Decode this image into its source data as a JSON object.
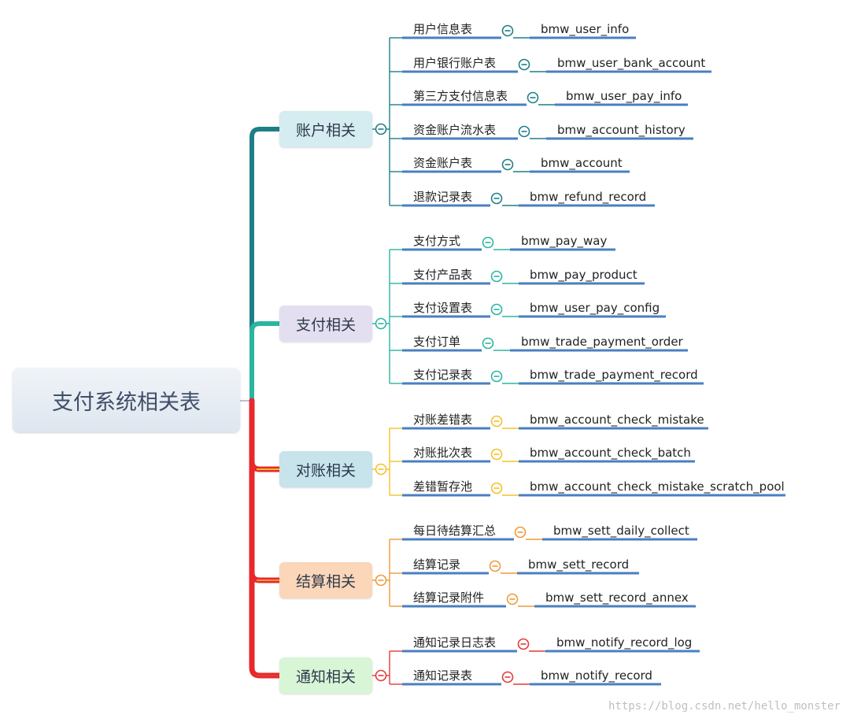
{
  "root": {
    "label": "支付系统相关表"
  },
  "branches": [
    {
      "label": "账户相关",
      "color": "#1f7f86",
      "fill": "#d5ecf0",
      "items": [
        {
          "label": "用户信息表",
          "value": "bmw_user_info"
        },
        {
          "label": "用户银行账户表",
          "value": "bmw_user_bank_account"
        },
        {
          "label": "第三方支付信息表",
          "value": "bmw_user_pay_info"
        },
        {
          "label": "资金账户流水表",
          "value": "bmw_account_history"
        },
        {
          "label": "资金账户表",
          "value": "bmw_account"
        },
        {
          "label": "退款记录表",
          "value": "bmw_refund_record"
        }
      ]
    },
    {
      "label": "支付相关",
      "color": "#2bb5a0",
      "fill": "#e3dff0",
      "items": [
        {
          "label": "支付方式",
          "value": "bmw_pay_way"
        },
        {
          "label": "支付产品表",
          "value": "bmw_pay_product"
        },
        {
          "label": "支付设置表",
          "value": "bmw_user_pay_config"
        },
        {
          "label": "支付订单",
          "value": "bmw_trade_payment_order"
        },
        {
          "label": "支付记录表",
          "value": "bmw_trade_payment_record"
        }
      ]
    },
    {
      "label": "对账相关",
      "color": "#f5c02b",
      "fill": "#c7e3ec",
      "items": [
        {
          "label": "对账差错表",
          "value": "bmw_account_check_mistake"
        },
        {
          "label": "对账批次表",
          "value": "bmw_account_check_batch"
        },
        {
          "label": "差错暂存池",
          "value": "bmw_account_check_mistake_scratch_pool"
        }
      ]
    },
    {
      "label": "结算相关",
      "color": "#f09a3a",
      "fill": "#fbd6b8",
      "items": [
        {
          "label": "每日待结算汇总",
          "value": "bmw_sett_daily_collect"
        },
        {
          "label": "结算记录",
          "value": "bmw_sett_record"
        },
        {
          "label": "结算记录附件",
          "value": "bmw_sett_record_annex"
        }
      ]
    },
    {
      "label": "通知相关",
      "color": "#e23b3b",
      "fill": "#d8f5d6",
      "items": [
        {
          "label": "通知记录日志表",
          "value": "bmw_notify_record_log"
        },
        {
          "label": "通知记录表",
          "value": "bmw_notify_record"
        }
      ]
    }
  ],
  "colors": {
    "underline": "#4a7fc1",
    "trunk_red": "#e8282b"
  },
  "watermark": "https://blog.csdn.net/hello_monster",
  "icons": {
    "collapse": "collapse-icon"
  }
}
